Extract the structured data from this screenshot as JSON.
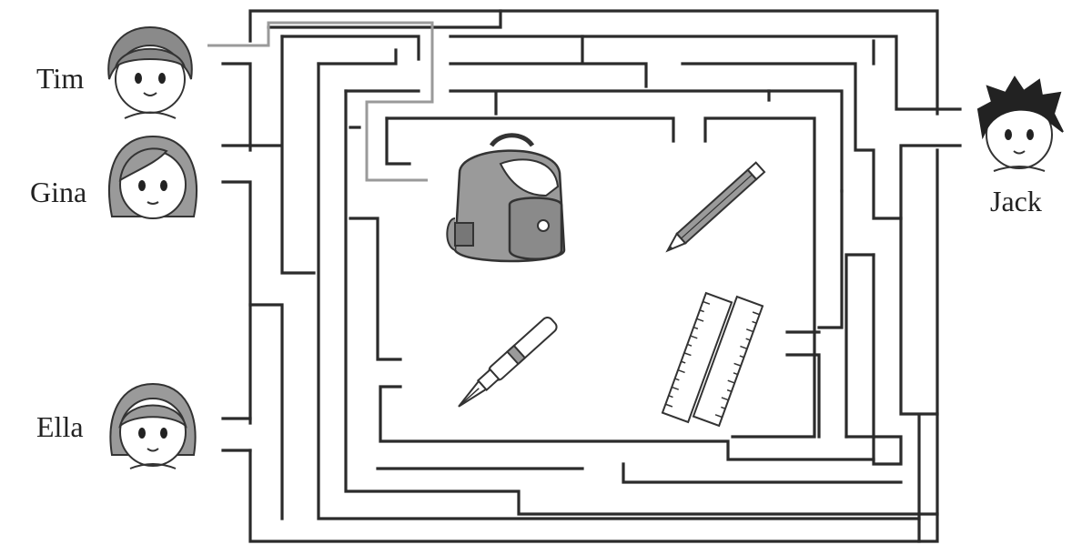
{
  "children": {
    "tim": {
      "name": "Tim"
    },
    "gina": {
      "name": "Gina"
    },
    "ella": {
      "name": "Ella"
    },
    "jack": {
      "name": "Jack"
    }
  },
  "items": [
    "backpack",
    "pencil",
    "pen",
    "rulers"
  ],
  "icons": [
    "tim-face-icon",
    "gina-face-icon",
    "ella-face-icon",
    "jack-face-icon",
    "backpack-icon",
    "pencil-icon",
    "fountain-pen-icon",
    "rulers-icon"
  ],
  "colors": {
    "wall": "#2b2b2b",
    "hint_path": "#9a9a9a",
    "background": "#ffffff"
  }
}
